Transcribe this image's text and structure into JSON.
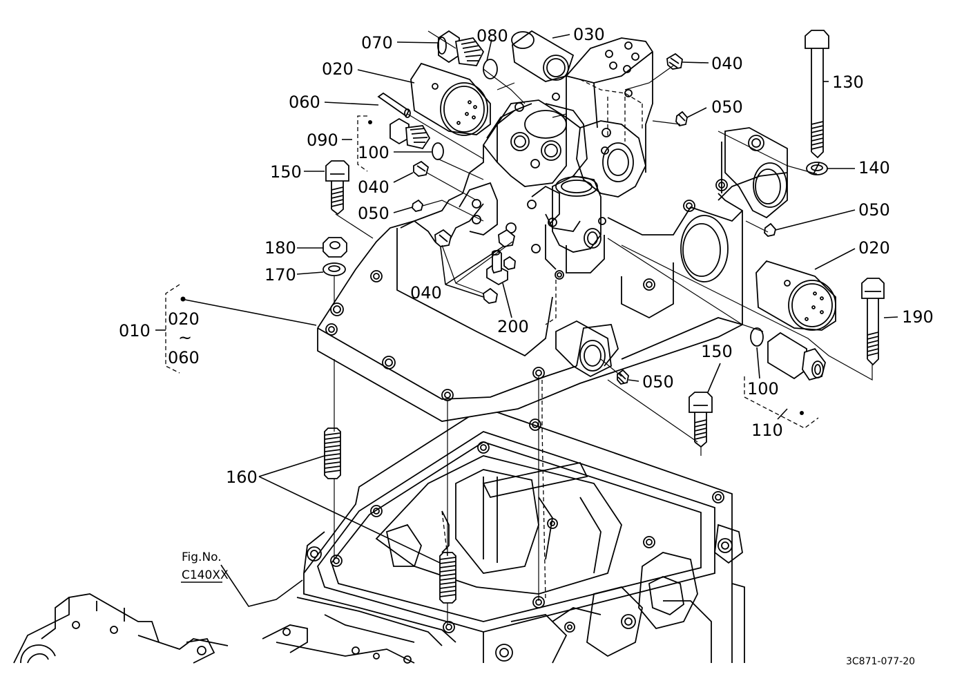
{
  "figure": {
    "ref_line1": "Fig.No.",
    "ref_line2": "C140XX",
    "drawing_number": "3C871-077-20"
  },
  "callouts": [
    "070",
    "080",
    "030",
    "040",
    "020",
    "060",
    "050",
    "090",
    "100",
    "150",
    "040",
    "050",
    "130",
    "140",
    "050",
    "180",
    "170",
    "020",
    "040",
    "200",
    "190",
    "010",
    "020",
    "~",
    "060",
    "150",
    "050",
    "100",
    "110",
    "160"
  ]
}
